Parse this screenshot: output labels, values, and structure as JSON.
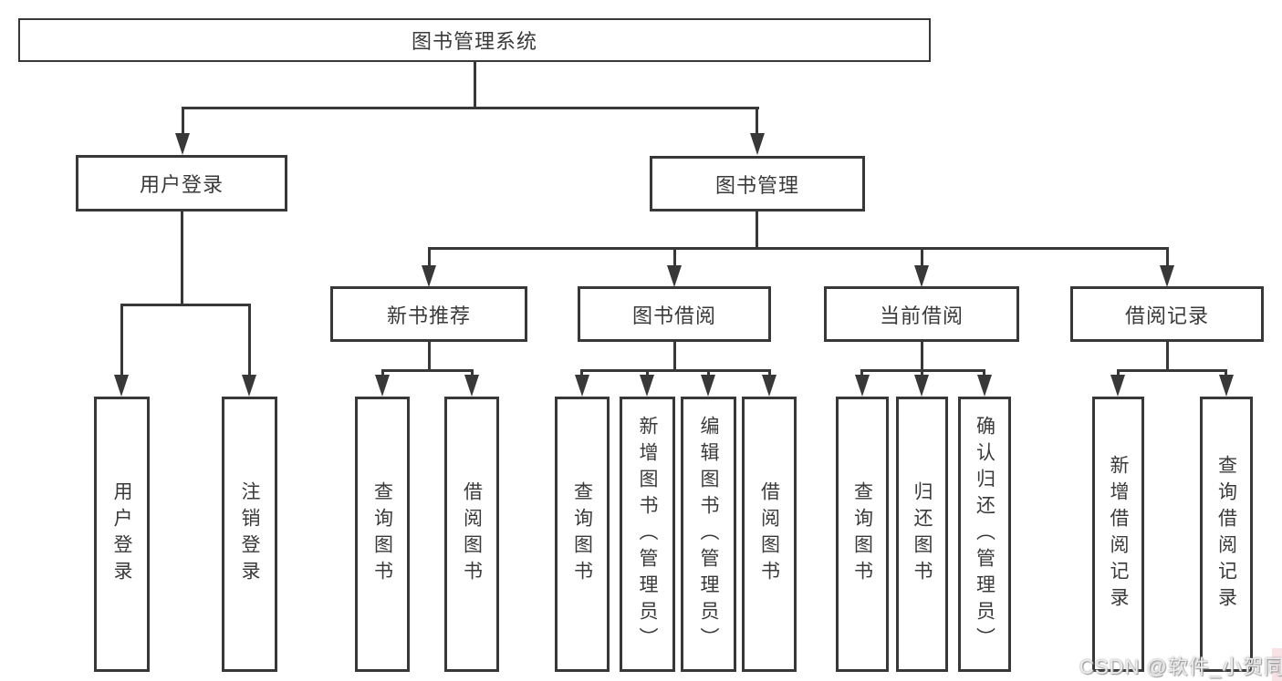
{
  "diagram": {
    "root": {
      "label": "图书管理系统"
    },
    "branches": [
      {
        "label": "用户登录",
        "children": [
          {
            "label": "用户登录"
          },
          {
            "label": "注销登录"
          }
        ]
      },
      {
        "label": "图书管理",
        "children": [
          {
            "label": "新书推荐",
            "children": [
              {
                "label": "查询图书"
              },
              {
                "label": "借阅图书"
              }
            ]
          },
          {
            "label": "图书借阅",
            "children": [
              {
                "label": "查询图书"
              },
              {
                "label": "新增图书（管理员）"
              },
              {
                "label": "编辑图书（管理员）"
              },
              {
                "label": "借阅图书"
              }
            ]
          },
          {
            "label": "当前借阅",
            "children": [
              {
                "label": "查询图书"
              },
              {
                "label": "归还图书"
              },
              {
                "label": "确认归还（管理员）"
              }
            ]
          },
          {
            "label": "借阅记录",
            "children": [
              {
                "label": "新增借阅记录"
              },
              {
                "label": "查询借阅记录"
              }
            ]
          }
        ]
      }
    ]
  },
  "watermark": {
    "text": "CSDN @软件_小贺同学"
  },
  "colors": {
    "line": "#383838",
    "text": "#3a3a3a",
    "background": "#ffffff",
    "watermark_text": "#ededed",
    "watermark_accent": "#f8e2e6"
  }
}
